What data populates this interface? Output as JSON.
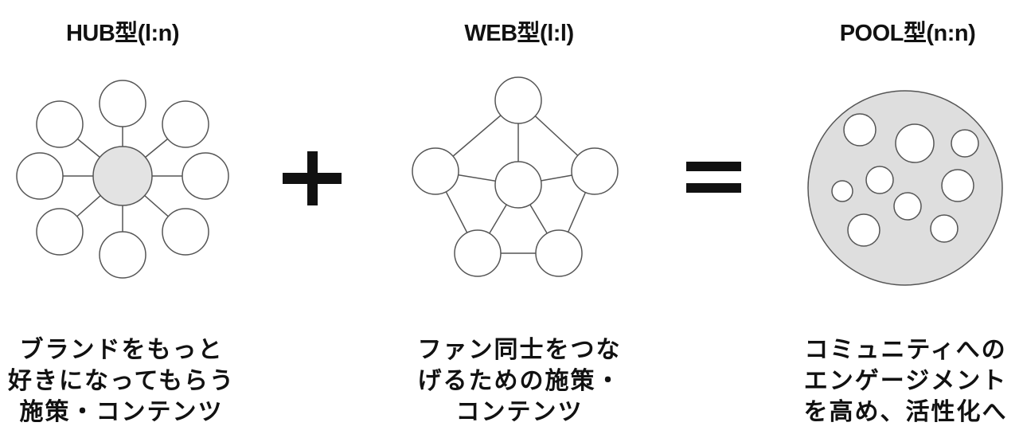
{
  "titles": {
    "hub": "HUB型(l:n)",
    "web": "WEB型(l:l)",
    "pool": "POOL型(n:n)"
  },
  "descriptions": {
    "hub": [
      "ブランドをもっと",
      "好きになってもらう",
      "施策・コンテンツ"
    ],
    "web": [
      "ファン同士をつな",
      "げるための施策・",
      "コンテンツ"
    ],
    "pool": [
      "コミュニティへの",
      "エンゲージメント",
      "を高め、活性化へ"
    ]
  },
  "operators": {
    "plus": "+",
    "equals": "="
  },
  "colors": {
    "text": "#111111",
    "stroke": "#555555",
    "node_fill": "#ffffff",
    "hub_center_fill": "#e3e3e3",
    "pool_fill": "#dedede"
  }
}
